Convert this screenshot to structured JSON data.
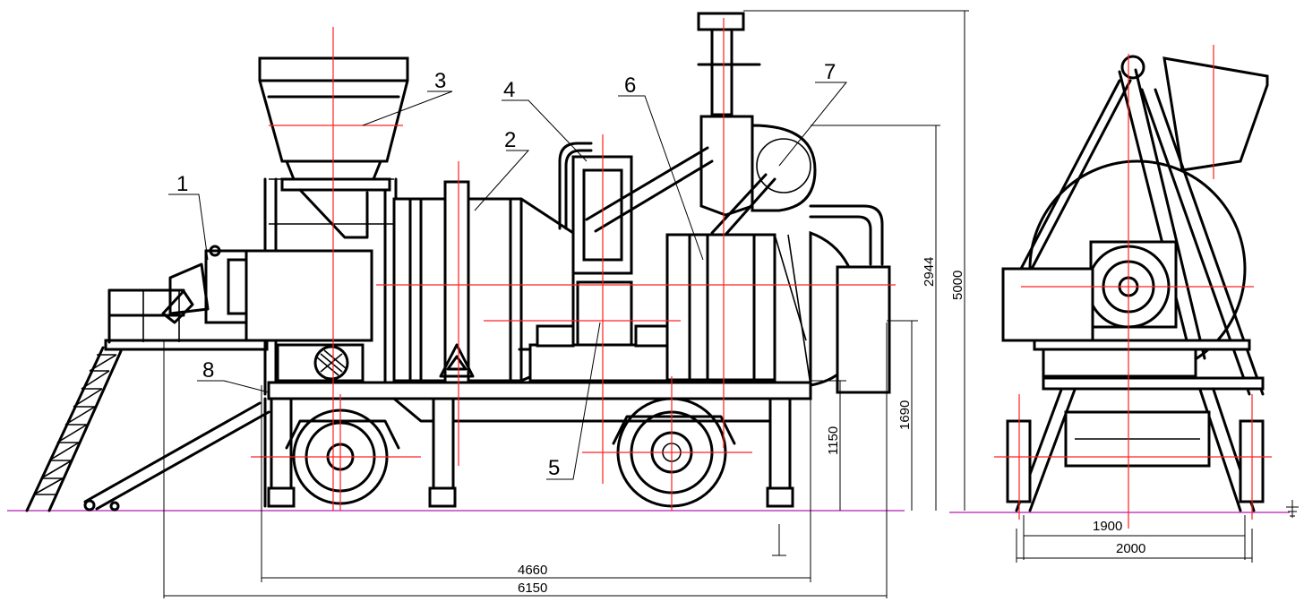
{
  "callouts": [
    {
      "label": "1"
    },
    {
      "label": "2"
    },
    {
      "label": "3"
    },
    {
      "label": "4"
    },
    {
      "label": "5"
    },
    {
      "label": "6"
    },
    {
      "label": "7"
    },
    {
      "label": "8"
    }
  ],
  "dimensions": {
    "wheelbase_width": "4660",
    "overall_length": "6150",
    "chassis_height": "1150",
    "platform_height": "1690",
    "cyclone_height": "2944",
    "overall_height": "5000",
    "track_width": "1900",
    "overall_width": "2000"
  },
  "colors": {
    "line": "#000000",
    "centerline": "#ff2020",
    "ground": "#c040c0"
  },
  "icons": {
    "ground_symbol": "ground-level-icon"
  }
}
